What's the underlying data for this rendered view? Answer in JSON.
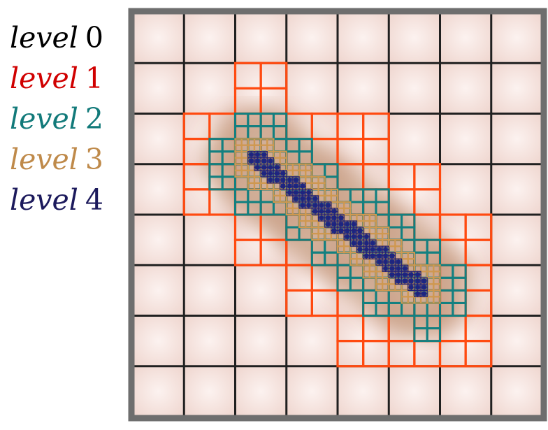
{
  "legend": [
    {
      "word": "level",
      "num": "0",
      "color": "#000000"
    },
    {
      "word": "level",
      "num": "1",
      "color": "#d00000"
    },
    {
      "word": "level",
      "num": "2",
      "color": "#127a7a"
    },
    {
      "word": "level",
      "num": "3",
      "color": "#bf8a4a"
    },
    {
      "word": "level",
      "num": "4",
      "color": "#1c1a5c"
    }
  ],
  "colors": {
    "background": "#f6e2dd",
    "border": "#6e6e6e",
    "level0": "#202020",
    "level1": "#ff4a10",
    "level2": "#138080",
    "level3": "#cf9850",
    "level4": "#22237a",
    "fill4": "#1a2a8a"
  }
}
